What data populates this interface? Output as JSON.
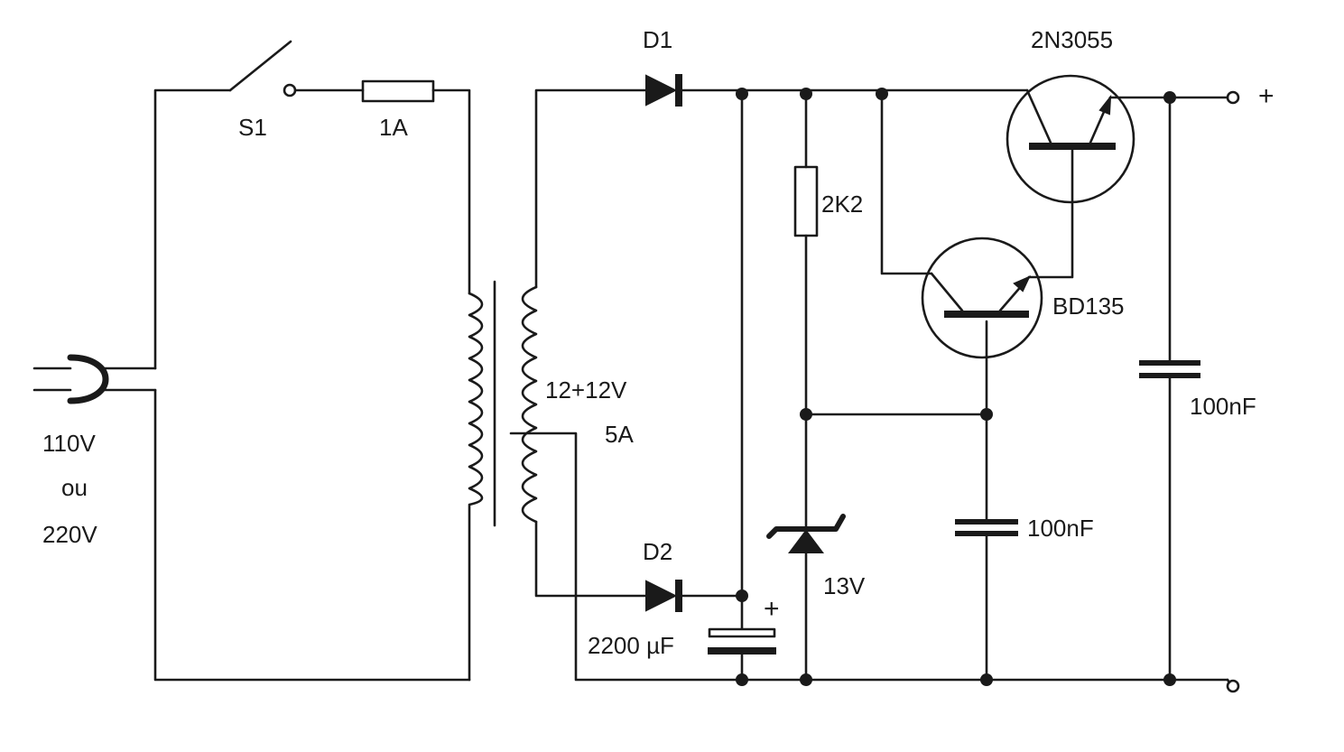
{
  "labels": {
    "switch": "S1",
    "fuse": "1A",
    "mains_line1": "110V",
    "mains_line2": "ou",
    "mains_line3": "220V",
    "transformer_voltage": "12+12V",
    "transformer_current": "5A",
    "diode1": "D1",
    "diode2": "D2",
    "filter_cap": "2200 µF",
    "filter_cap_polarity": "+",
    "resistor": "2K2",
    "zener": "13V",
    "driver_transistor": "BD135",
    "power_transistor": "2N3055",
    "cap_base": "100nF",
    "cap_output": "100nF",
    "output_positive": "+"
  },
  "colors": {
    "ink": "#1a1a1a",
    "paper": "#ffffff"
  }
}
